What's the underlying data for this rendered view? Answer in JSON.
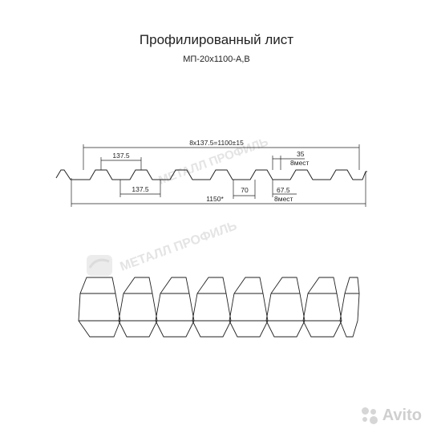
{
  "title": "Профилированный лист",
  "subtitle": "МП-20х1100-А,В",
  "dimensions": {
    "total_width": "8х137.5=1100±15",
    "pitch_top": "137.5",
    "pitch_bottom": "137.5",
    "rib_top": "35",
    "rib_top_count": "8мест",
    "rib_bottom": "70",
    "valley": "67.5",
    "valley_count": "8мест",
    "overall": "1150*"
  },
  "watermarks": {
    "primary": "МЕТАЛЛ ПРОФИЛЬ",
    "secondary": "МЕТАЛЛ ПРОФИЛЬ",
    "marketplace": "Avito"
  }
}
